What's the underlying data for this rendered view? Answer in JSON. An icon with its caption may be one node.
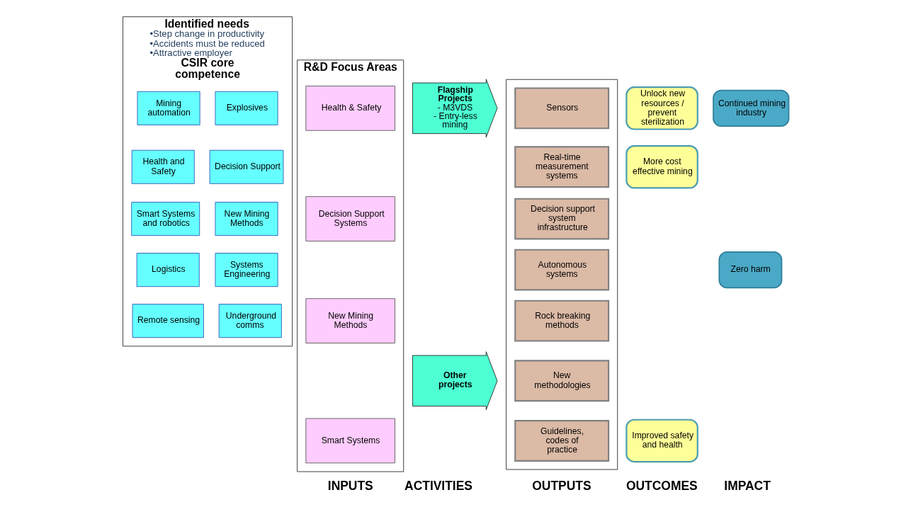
{
  "diagram": {
    "nodes": [
      {
        "text": [
          "Identified needs",
          "•Step change in productivity",
          "•Accidents must be reduced",
          "•Attractive employer",
          "CSIR core competence"
        ]
      },
      {
        "text": [
          "Mining automation"
        ],
        "in": 0
      },
      {
        "text": [
          "Explosives"
        ],
        "in": 0
      },
      {
        "text": [
          "Health and Safety"
        ],
        "in": 0
      },
      {
        "text": [
          "Decision Support"
        ],
        "in": 0
      },
      {
        "text": [
          "Smart Systems and robotics"
        ],
        "in": 0
      },
      {
        "text": [
          "New Mining Methods"
        ],
        "in": 0
      },
      {
        "text": [
          "Logistics"
        ],
        "in": 0
      },
      {
        "text": [
          "Systems Engineering"
        ],
        "in": 0
      },
      {
        "text": [
          "Remote sensing"
        ],
        "in": 0
      },
      {
        "text": [
          "Underground comms"
        ],
        "in": 0
      },
      {
        "text": [
          "R&D Focus Areas"
        ]
      },
      {
        "text": [
          "Health & Safety"
        ],
        "in": 11
      },
      {
        "text": [
          "Decision Support Systems"
        ],
        "in": 11
      },
      {
        "text": [
          "New Mining Methods"
        ],
        "in": 11
      },
      {
        "text": [
          "Smart Systems"
        ],
        "in": 11
      },
      {
        "text": [
          "Flagship Projects",
          "- M3VDS",
          "- Entry-less mining"
        ]
      },
      {
        "text": [
          "Other projects"
        ]
      },
      {
        "text": [],
        "shape": "box"
      },
      {
        "text": [
          "Sensors"
        ],
        "in": 18
      },
      {
        "text": [
          "Real-time measurement systems"
        ],
        "in": 18
      },
      {
        "text": [
          "Decision support system infrastructure"
        ],
        "in": 18
      },
      {
        "text": [
          "Autonomous systems"
        ],
        "in": 18
      },
      {
        "text": [
          "Rock breaking methods"
        ],
        "in": 18
      },
      {
        "text": [
          "New methodologies"
        ],
        "in": 18
      },
      {
        "text": [
          "Guidelines, codes of practice"
        ],
        "in": 18
      },
      {
        "text": [
          "Unlock new resources / prevent sterilization"
        ]
      },
      {
        "text": [
          "More cost effective mining"
        ]
      },
      {
        "text": [
          "Improved safety and health"
        ]
      },
      {
        "text": [
          "Continued mining industry"
        ]
      },
      {
        "text": [
          "Zero harm"
        ]
      }
    ],
    "labels": [
      "INPUTS",
      "ACTIVITIES",
      "OUTPUTS",
      "OUTCOMES",
      "IMPACT"
    ]
  }
}
